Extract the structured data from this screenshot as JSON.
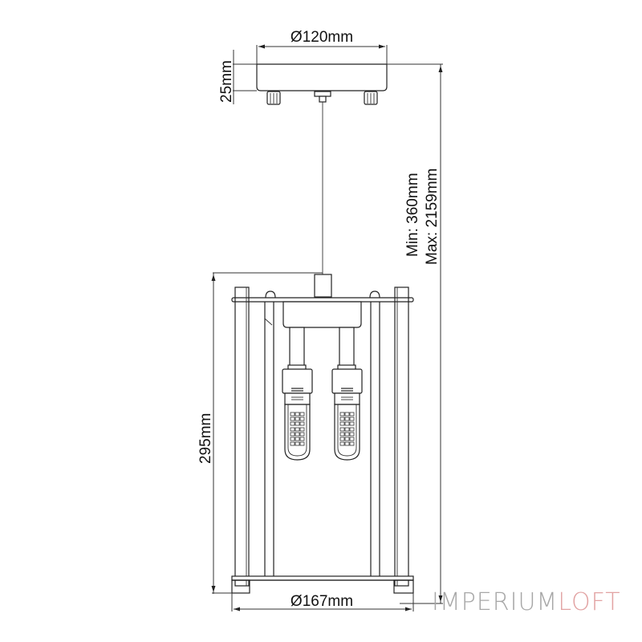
{
  "drawing": {
    "subject": "pendant-lamp-technical-drawing",
    "dimensions": {
      "canopy_diameter": "Ø120mm",
      "canopy_height": "25mm",
      "height_range_min": "Min: 360mm",
      "height_range_max": "Max: 2159mm",
      "body_height": "295mm",
      "body_diameter": "Ø167mm"
    },
    "bulb_count": 2
  },
  "brand": {
    "part1": "IMPERIUM",
    "part2": "LOFT",
    "colors": {
      "part1": "#a7a7a7",
      "part2": "#e2a3a3"
    }
  }
}
